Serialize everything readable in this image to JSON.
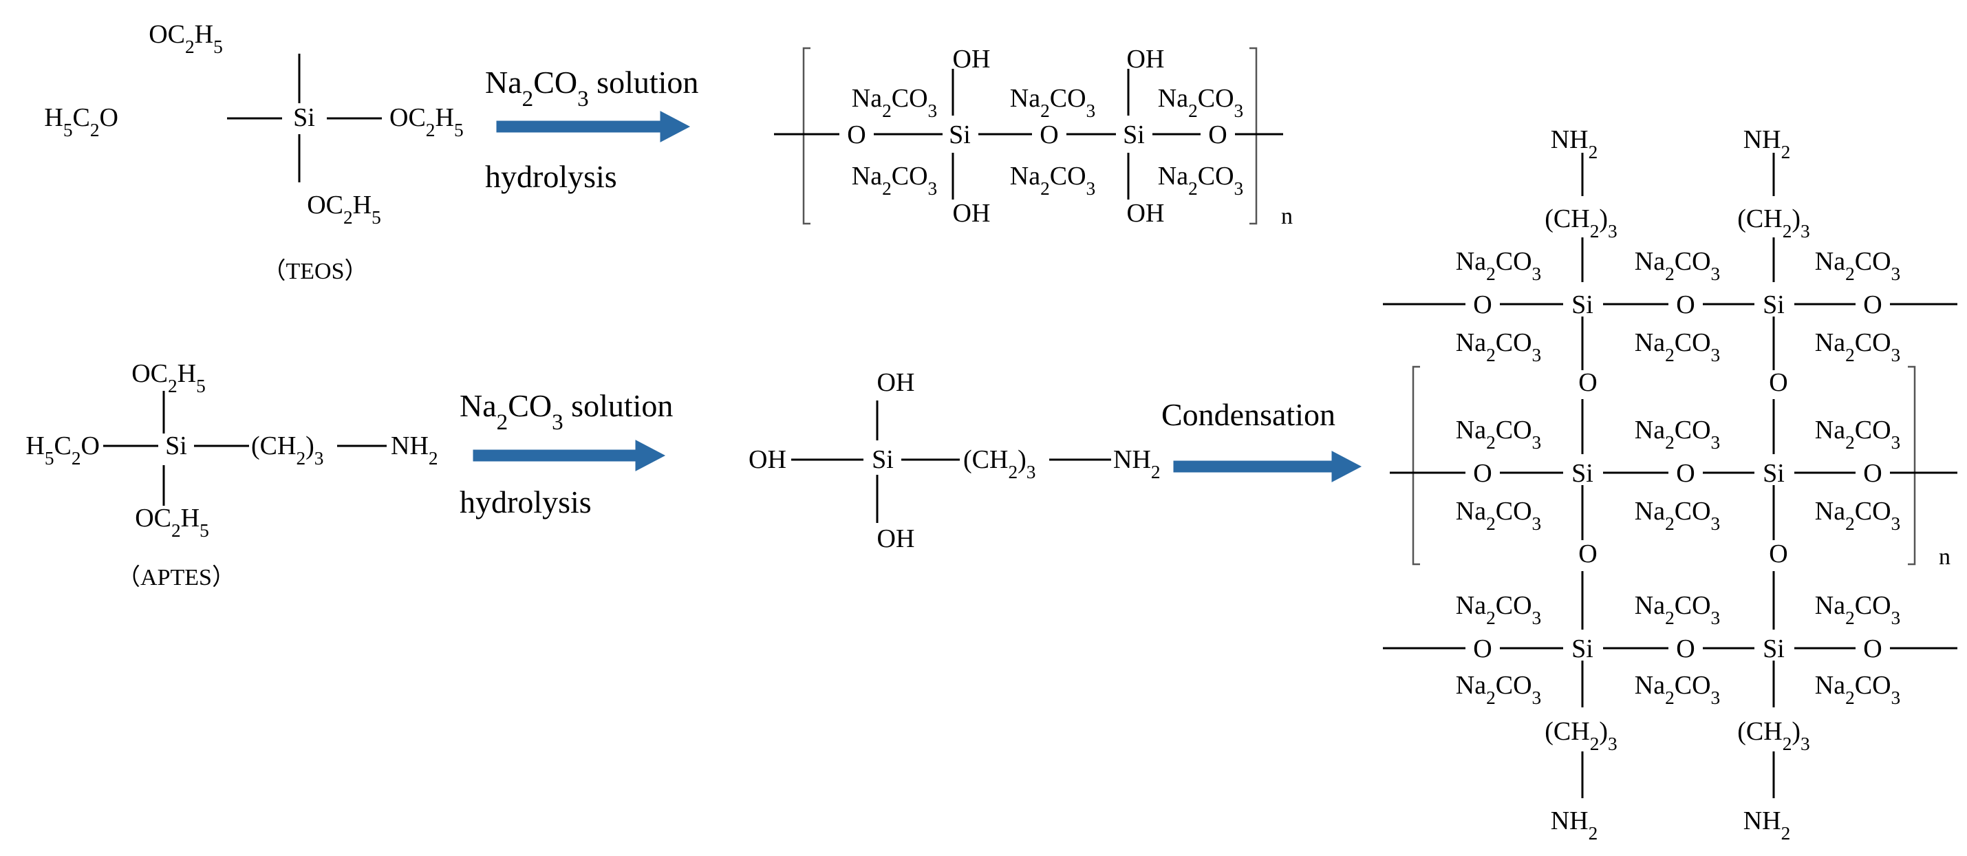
{
  "diagram": {
    "arrow_color": "#2a6aa5",
    "teos": {
      "top": "OC2H5",
      "left": "H5C2O",
      "center": "Si",
      "right": "OC2H5",
      "bottom": "OC2H5",
      "caption": "（TEOS）"
    },
    "aptes": {
      "top": "OC2H5",
      "left": "H5C2O",
      "center": "Si",
      "chain": "(CH2)3",
      "end": "NH2",
      "bottom": "OC2H5",
      "caption": "（APTES）"
    },
    "arrows": {
      "hydrolysis_1": {
        "top": "Na2CO3 solution",
        "bottom": "hydrolysis"
      },
      "hydrolysis_2": {
        "top": "Na2CO3 solution",
        "bottom": "hydrolysis"
      },
      "condensation": {
        "top": "Condensation"
      }
    },
    "hydrolyzed_teos": {
      "si": "Si",
      "o": "O",
      "oh": "OH",
      "salt": "Na2CO3",
      "repeat": "n"
    },
    "silanol": {
      "left": "OH",
      "center": "Si",
      "top": "OH",
      "bottom": "OH",
      "chain": "(CH2)3",
      "end": "NH2"
    },
    "network": {
      "si": "Si",
      "o": "O",
      "salt": "Na2CO3",
      "chain": "(CH2)3",
      "end": "NH2",
      "repeat": "n"
    }
  }
}
